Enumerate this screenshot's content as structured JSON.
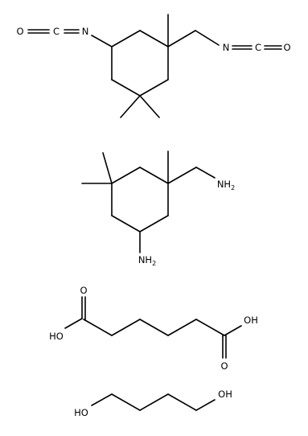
{
  "molecules": [
    {
      "labels": {
        "n_left": "N",
        "c_left": "C",
        "o_left": "O",
        "n_right": "N",
        "c_right": "C",
        "o_right": "O"
      }
    },
    {
      "labels": {
        "nh2_right_n": "NH",
        "nh2_right_sub": "2",
        "nh2_bottom_n": "NH",
        "nh2_bottom_sub": "2"
      }
    },
    {
      "labels": {
        "ho_left": "HO",
        "o_left_top": "O",
        "oh_right": "OH",
        "o_right_bottom": "O"
      }
    },
    {
      "labels": {
        "ho_left": "HO",
        "oh_right": "OH"
      }
    }
  ]
}
